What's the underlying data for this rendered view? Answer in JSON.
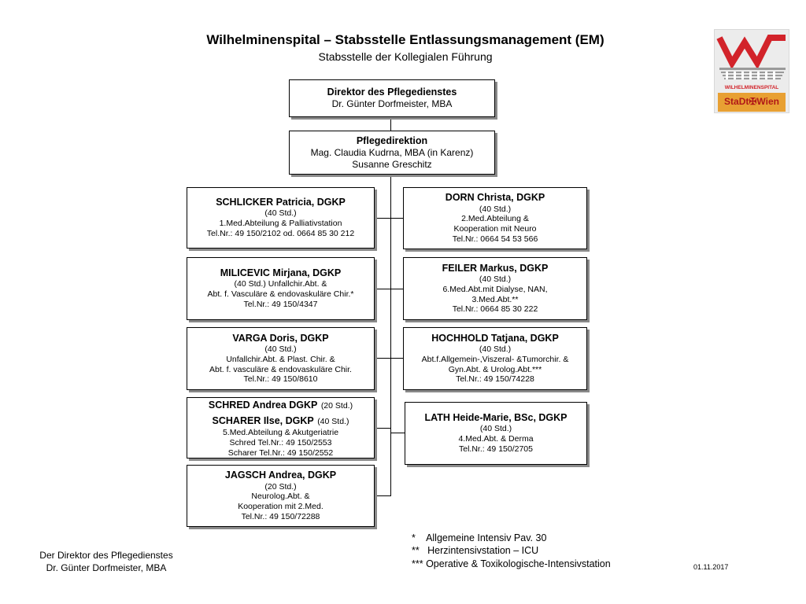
{
  "header": {
    "title": "Wilhelminenspital – Stabsstelle Entlassungsmanagement (EM)",
    "subtitle": "Stabsstelle der Kollegialen Führung"
  },
  "logo": {
    "hospital_text": "WILHELMINENSPITAL",
    "city_text": "StaDt✠Wien",
    "colors": {
      "red": "#d2232a",
      "band": "#e8a033",
      "background": "#ececec"
    }
  },
  "director": {
    "title": "Direktor des Pflegedienstes",
    "name": "Dr. Günter Dorfmeister, MBA"
  },
  "pflegedirektion": {
    "title": "Pflegedirektion",
    "line1": "Mag. Claudia Kudrna, MBA (in Karenz)",
    "line2": "Susanne Greschitz"
  },
  "left_column": [
    {
      "name": "SCHLICKER Patricia, DGKP",
      "lines": [
        "(40 Std.)",
        "1.Med.Abteilung & Palliativstation",
        "Tel.Nr.: 49 150/2102 od. 0664 85 30 212"
      ]
    },
    {
      "name": "MILICEVIC Mirjana, DGKP",
      "lines": [
        "(40 Std.) Unfallchir.Abt. &",
        "Abt. f. Vasculäre & endovaskuläre Chir.*",
        "Tel.Nr.: 49 150/4347"
      ]
    },
    {
      "name": "VARGA Doris, DGKP",
      "lines": [
        "(40 Std.)",
        "Unfallchir.Abt. & Plast. Chir. &",
        "Abt. f. vasculäre & endovaskuläre Chir.",
        "Tel.Nr.: 49 150/8610"
      ]
    },
    {
      "name_a": "SCHRED Andrea DGKP",
      "hours_a": "(20 Std.)",
      "name_b": "SCHARER Ilse, DGKP",
      "hours_b": "(40 Std.)",
      "lines": [
        "5.Med.Abteilung & Akutgeriatrie",
        "Schred Tel.Nr.: 49 150/2553",
        "Scharer Tel.Nr.: 49 150/2552"
      ]
    },
    {
      "name": "JAGSCH Andrea, DGKP",
      "lines": [
        "(20 Std.)",
        "Neurolog.Abt. &",
        "Kooperation mit 2.Med.",
        "Tel.Nr.: 49 150/72288"
      ]
    }
  ],
  "right_column": [
    {
      "name": "DORN Christa, DGKP",
      "lines": [
        "(40 Std.)",
        "2.Med.Abteilung &",
        "Kooperation mit Neuro",
        "Tel.Nr.: 0664 54 53 566"
      ]
    },
    {
      "name": "FEILER Markus, DGKP",
      "lines": [
        "(40 Std.)",
        "6.Med.Abt.mit Dialyse, NAN,",
        "3.Med.Abt.**",
        "Tel.Nr.: 0664 85 30 222"
      ]
    },
    {
      "name": "HOCHHOLD Tatjana, DGKP",
      "lines": [
        "(40 Std.)",
        "Abt.f.Allgemein-,Viszeral- &Tumorchir. &",
        "Gyn.Abt. & Urolog.Abt.***",
        "Tel.Nr.: 49 150/74228"
      ]
    },
    {
      "name": "LATH Heide-Marie, BSc, DGKP",
      "lines": [
        "(40 Std.)",
        "4.Med.Abt. & Derma",
        "Tel.Nr.: 49 150/2705"
      ]
    }
  ],
  "footer": {
    "signature_line1": "Der Direktor des Pflegedienstes",
    "signature_line2": "Dr. Günter Dorfmeister, MBA",
    "notes": [
      "*    Allgemeine Intensiv Pav. 30",
      "**   Herzintensivstation – ICU",
      "*** Operative & Toxikologische-Intensivstation"
    ],
    "date": "01.11.2017"
  }
}
